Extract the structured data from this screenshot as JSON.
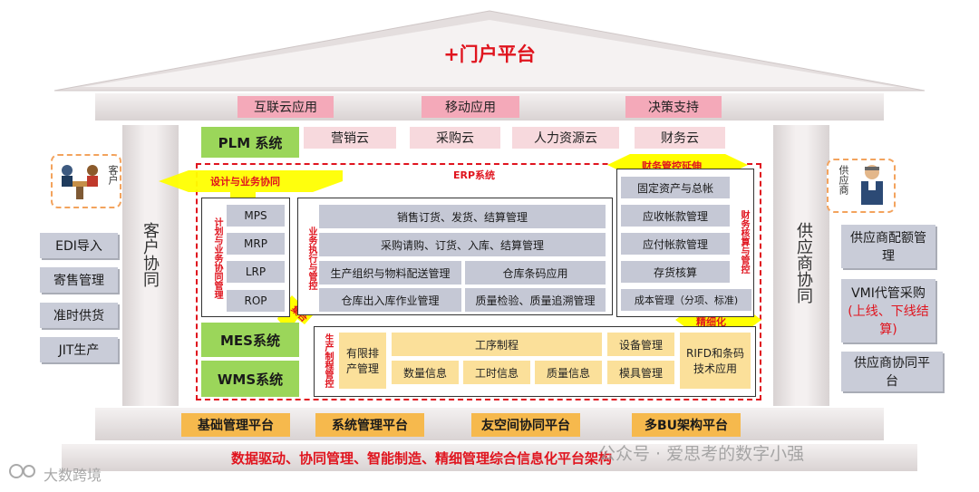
{
  "portal_title": "+门户平台",
  "top_apps": [
    "互联云应用",
    "移动应用",
    "决策支持"
  ],
  "plm": "PLM 系统",
  "clouds": [
    "营销云",
    "采购云",
    "人力资源云",
    "财务云"
  ],
  "arrows": {
    "design": "设计与业务协同",
    "finance": "财务管控延伸",
    "integrate": "集合",
    "refine": "精细化"
  },
  "erp_label": "ERP系统",
  "planning": {
    "label": "计划与业务协同管理",
    "items": [
      "MPS",
      "MRP",
      "LRP",
      "ROP"
    ]
  },
  "business": {
    "label": "业务执行与管控",
    "rows": [
      "销售订货、发货、结算管理",
      "采购请购、订货、入库、结算管理"
    ],
    "grid": [
      "生产组织与物料配送管理",
      "仓库条码应用",
      "仓库出入库作业管理",
      "质量检验、质量追溯管理"
    ]
  },
  "finance": {
    "label": "财务核算与管控",
    "items": [
      "固定资产与总帐",
      "应收帐款管理",
      "应付帐款管理",
      "存货核算",
      "成本管理（分项、标准)"
    ]
  },
  "mes": "MES系统",
  "wms": "WMS系统",
  "production": {
    "label": "生产制程管控",
    "scheduling": "有限排产管理",
    "process": "工序制程",
    "process_items": [
      "数量信息",
      "工时信息",
      "质量信息"
    ],
    "equipment": "设备管理",
    "mold": "模具管理",
    "rfid": "RIFD和条码技术应用"
  },
  "customer": {
    "icon_label": "客户",
    "pillar": "客户协同",
    "items": [
      "EDI导入",
      "寄售管理",
      "准时供货",
      "JIT生产"
    ]
  },
  "supplier": {
    "icon_label": "供应商",
    "pillar": "供应商协同",
    "items": [
      "供应商配额管理",
      "VMI代管采购",
      "(上线、下线结算)",
      "供应商协同平台"
    ]
  },
  "platforms": [
    "基础管理平台",
    "系统管理平台",
    "友空间协同平台",
    "多BU架构平台"
  ],
  "foundation": "数据驱动、协同管理、智能制造、精细管理综合信息化平台架构",
  "watermark_right": "公众号 · 爱思考的数字小强",
  "watermark_left": "大数跨境",
  "colors": {
    "accent_red": "#e0141e",
    "arrow_yellow": "#ffff00",
    "green": "#9bd65a"
  }
}
